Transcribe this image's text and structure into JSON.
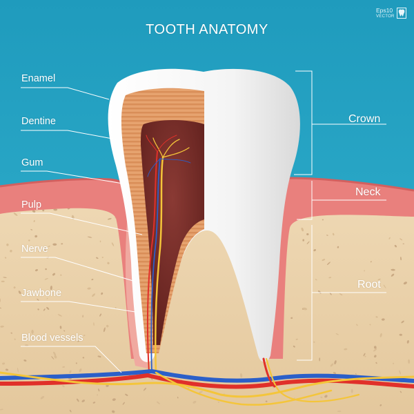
{
  "title": "TOOTH ANATOMY",
  "badge": {
    "format": "Eps10",
    "kind": "VECTOR",
    "icon": "tooth-icon"
  },
  "left_labels": [
    {
      "id": "enamel",
      "text": "Enamel"
    },
    {
      "id": "dentine",
      "text": "Dentine"
    },
    {
      "id": "gum",
      "text": "Gum"
    },
    {
      "id": "pulp",
      "text": "Pulp"
    },
    {
      "id": "nerve",
      "text": "Nerve"
    },
    {
      "id": "jawbone",
      "text": "Jawbone"
    },
    {
      "id": "blood-vessels",
      "text": "Blood vessels"
    }
  ],
  "right_labels": [
    {
      "id": "crown",
      "text": "Crown"
    },
    {
      "id": "neck",
      "text": "Neck"
    },
    {
      "id": "root",
      "text": "Root"
    }
  ],
  "colors": {
    "sky": "#2aa6c6",
    "bone": "#e9d2ad",
    "gum": "#ea7d7b",
    "enamel": "#ffffff",
    "dentine": "#e8a06d",
    "pulp": "#7a2e2a",
    "nerve": "#f4c53a",
    "artery": "#e0302a",
    "vein": "#2b5fc9"
  }
}
